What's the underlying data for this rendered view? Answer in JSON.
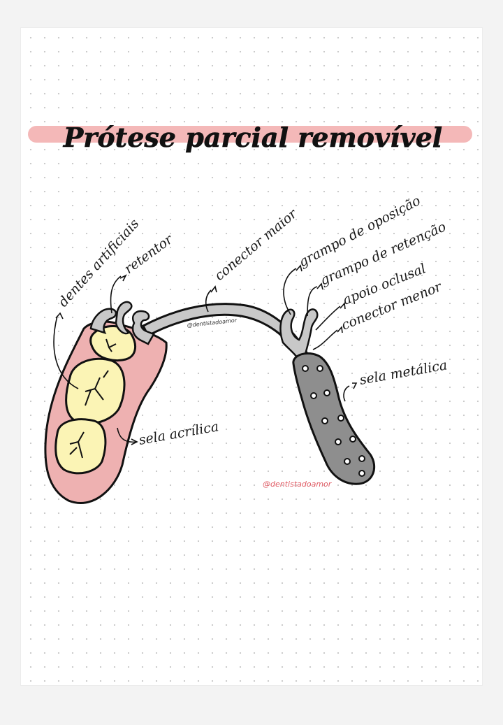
{
  "title": "Prótese parcial removível",
  "labels": {
    "dentes_artificiais": "dentes artificiais",
    "retentor": "retentor",
    "conector_maior": "conector maior",
    "grampo_oposicao": "grampo de oposição",
    "grampo_retencao": "grampo de retenção",
    "apoio_oclusal": "apoio oclusal",
    "conector_menor": "conector menor",
    "sela_metalica": "sela metálica",
    "sela_acrilica": "sela acrílica"
  },
  "credits": {
    "on_connector": "@dentistadoamor",
    "bottom": "@dentistadoamor"
  },
  "colors": {
    "title_bar": "#f4b8b8",
    "acrylic_saddle": "#eeb1b1",
    "teeth": "#fbf4b5",
    "metal": "#c8c8c8",
    "metal_saddle": "#8e8e8e",
    "credit": "#e05a63"
  }
}
